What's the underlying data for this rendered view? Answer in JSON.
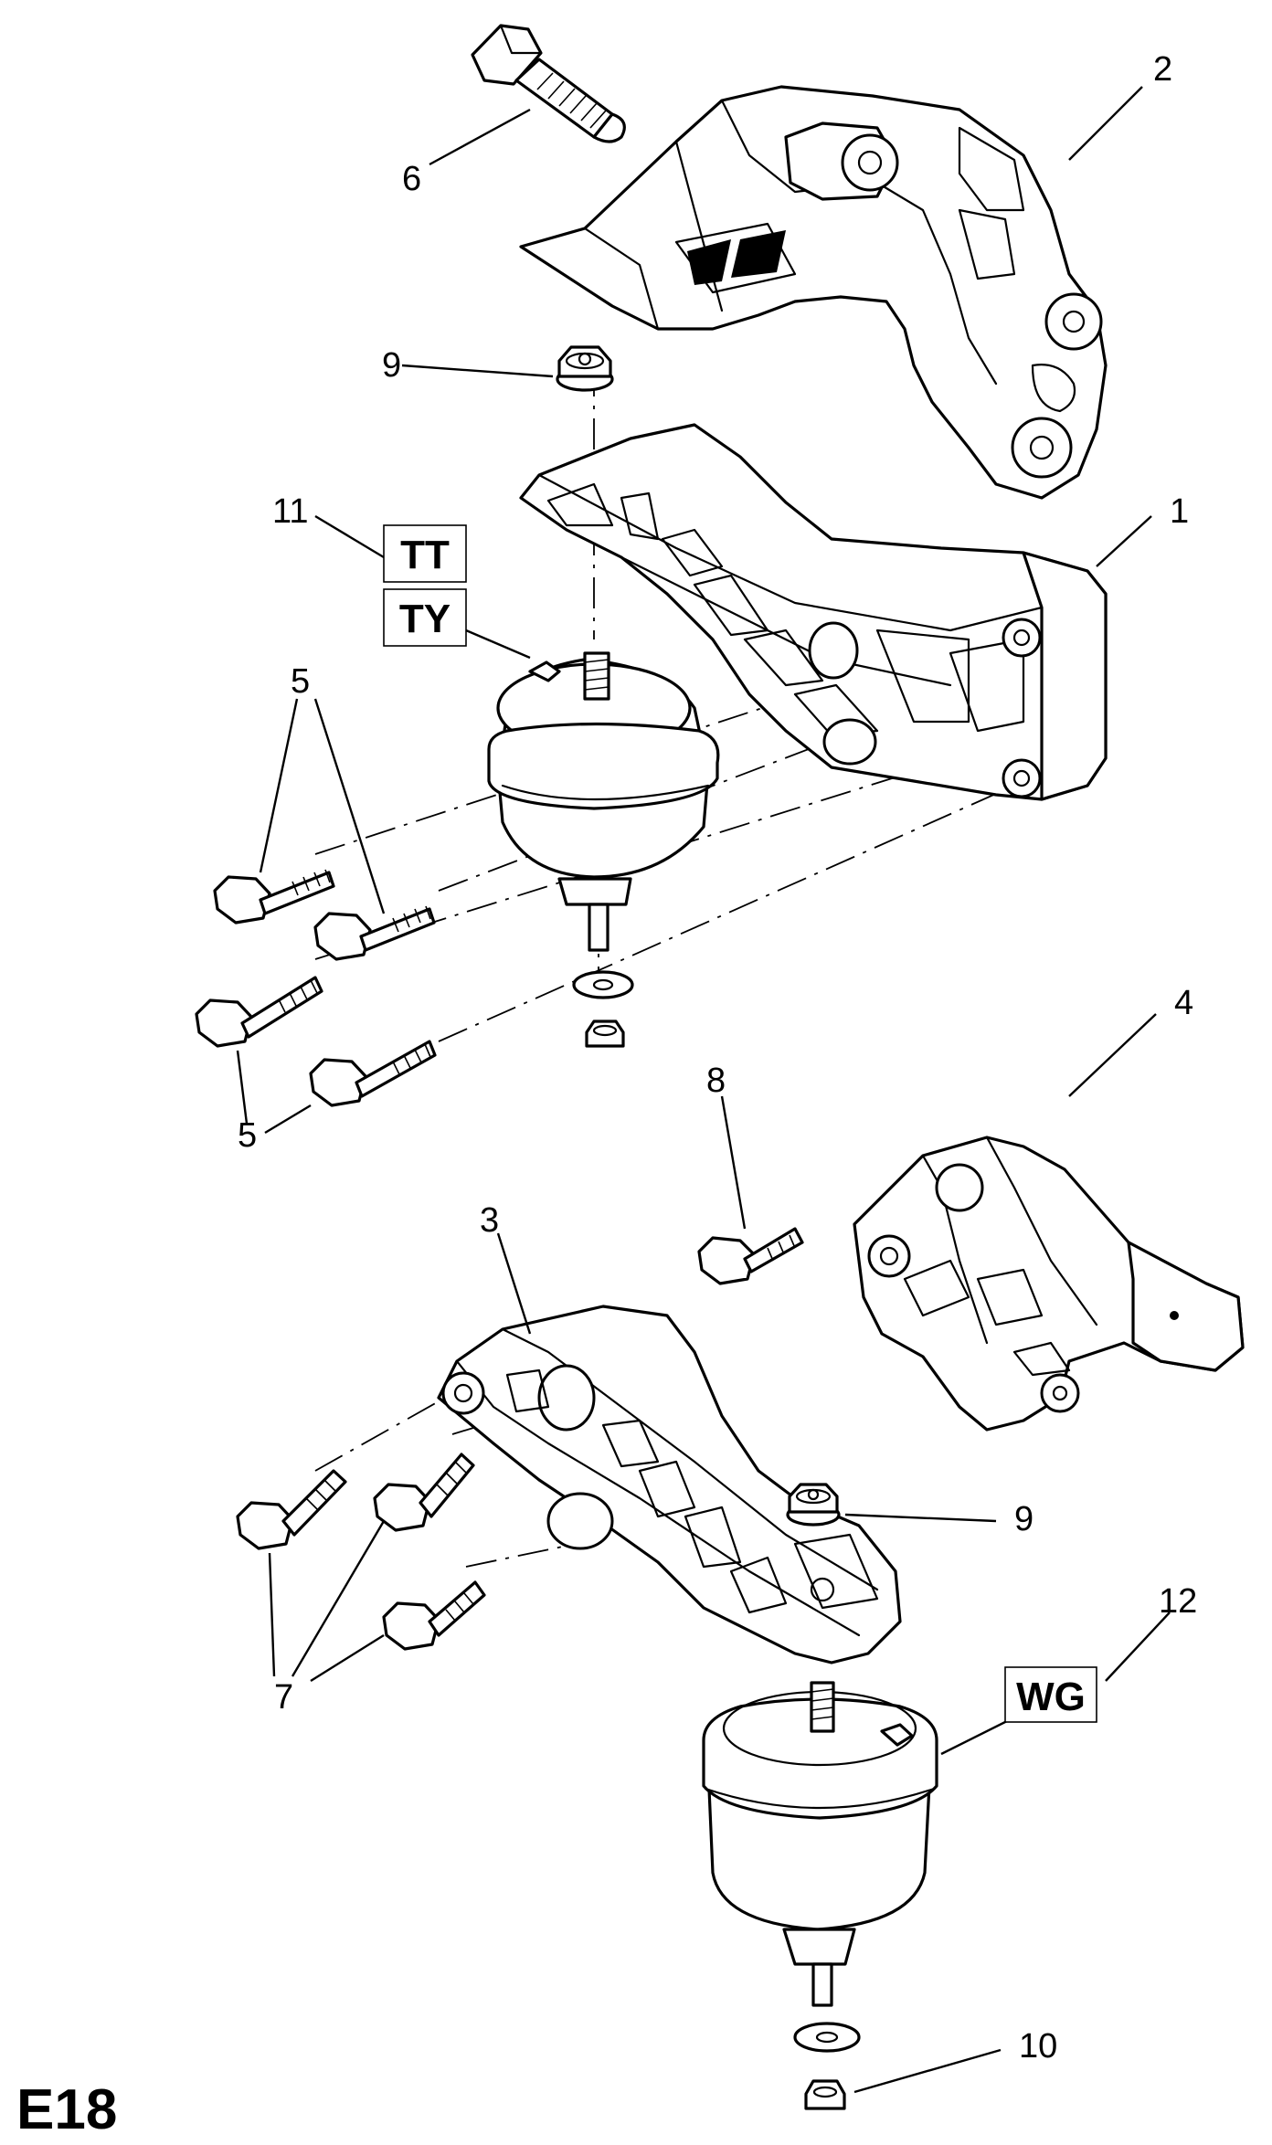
{
  "figure_id": "E18",
  "callouts": {
    "c1": "1",
    "c2": "2",
    "c3": "3",
    "c4": "4",
    "c5a": "5",
    "c5b": "5",
    "c6": "6",
    "c7": "7",
    "c8": "8",
    "c9a": "9",
    "c9b": "9",
    "c10": "10",
    "c11": "11",
    "c12": "12"
  },
  "codes": {
    "tt": "TT",
    "ty": "TY",
    "wg": "WG"
  }
}
